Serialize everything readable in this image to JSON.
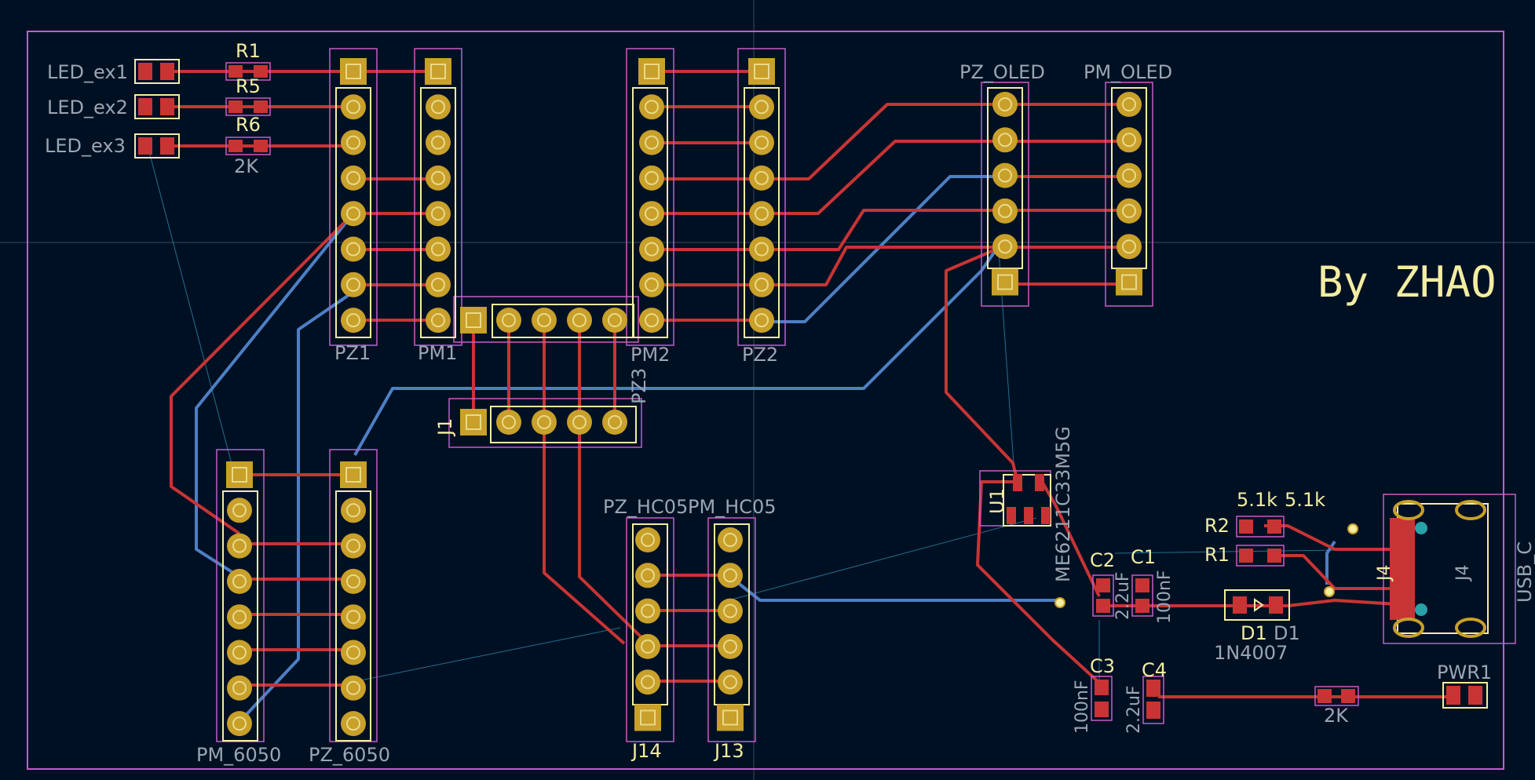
{
  "board": {
    "title_text": "By ZHAO",
    "colors": {
      "background": "#001023",
      "edge_cuts": "#c85ac8",
      "front_copper": "#c83434",
      "back_copper": "#4d7fc4",
      "ratsnest": "#2f8fb0",
      "pad_copper": "#c8a02a",
      "silkscreen": "#f2eda1",
      "fab_text": "#9aa6b2",
      "courtyard": "#c85ac8"
    }
  },
  "labels": {
    "led_ex1": "LED_ex1",
    "led_ex2": "LED_ex2",
    "led_ex3": "LED_ex3",
    "r1_top": "R1",
    "r5": "R5",
    "r6": "R6",
    "r_2k_top": "2K",
    "pz1": "PZ1",
    "pm1": "PM1",
    "pm2": "PM2",
    "pz2": "PZ2",
    "pz_oled": "PZ_OLED",
    "pm_oled": "PM_OLED",
    "j1": "J1",
    "pz3": "PZ3",
    "pm_6050": "PM_6050",
    "pz_6050": "PZ_6050",
    "pz_hc05": "PZ_HC05",
    "pm_hc05": "PM_HC05",
    "j14": "J14",
    "j13": "J13",
    "u1": "U1",
    "me6211": "ME6211C33M5G",
    "c2": "C2",
    "c1": "C1",
    "c2_val": "2.2uF",
    "c1_val": "100nF",
    "r2": "R2",
    "r1": "R1",
    "r2_val": "5.1k",
    "r1_val": "5.1k",
    "d1a": "D1",
    "d1b": "D1",
    "d1_val": "1N4007",
    "j4a": "J4",
    "j4b": "J4",
    "usb": "USB_C",
    "c3": "C3",
    "c4": "C4",
    "c3_val": "100nF",
    "c4_val": "2.2uF",
    "r_2k_bottom": "2K",
    "pwr1": "PWR1"
  }
}
